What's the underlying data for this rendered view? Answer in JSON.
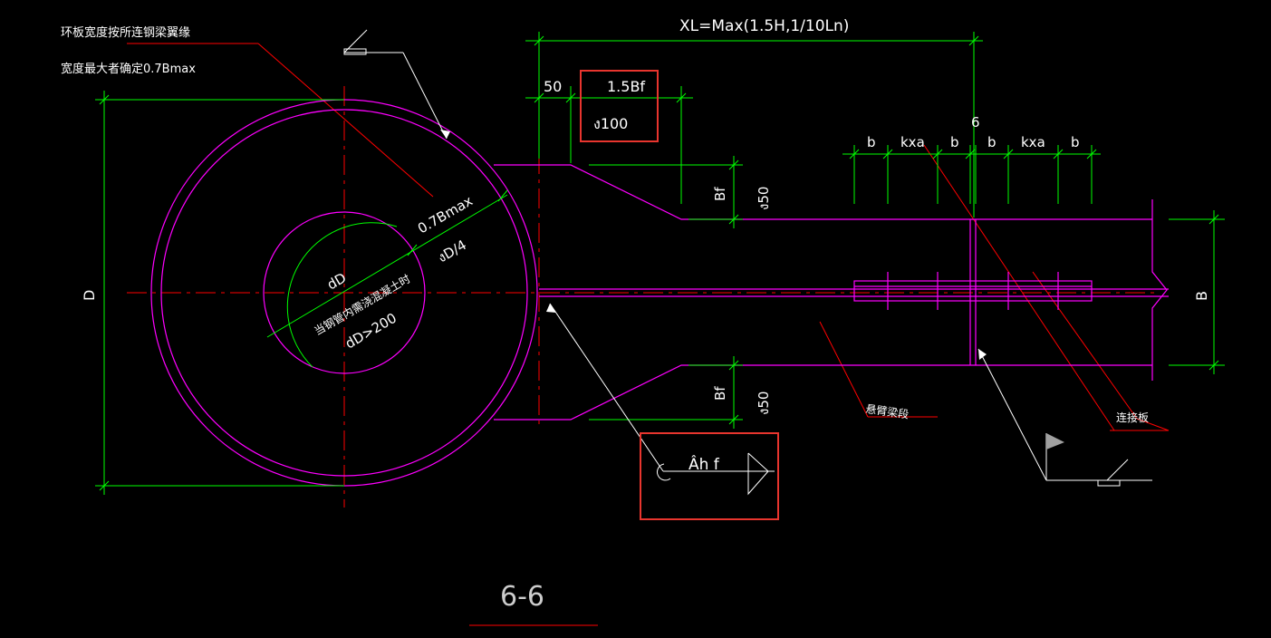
{
  "labels": {
    "xl_formula": "XL=Max(1.5H,1/10Ln)",
    "dim_50": "50",
    "dim_15bf": "1.5Bf",
    "dim_ge100": "ง100",
    "dim_6": "6",
    "dim_b": "b",
    "dim_kxa": "kxa",
    "bf": "Bf",
    "ge50": "ง50",
    "d_left": "D",
    "b_right": "B",
    "bmax": "0.7Bmax",
    "gedl4": "งD/4",
    "dd": "dD",
    "dd200": "dD>200",
    "weld": "Âh f",
    "section": "6-6"
  },
  "notes": {
    "ring_width_1": "环板宽度按所连钢梁翼缘",
    "ring_width_2": "宽度最大者确定0.7Bmax",
    "steel_tube_inner": "当钢管内需浇混凝土时",
    "cantilever": "悬臂梁段",
    "connect_plate": "连接板"
  },
  "colors": {
    "background": "#000000",
    "magenta": "#ff00ff",
    "green": "#00ff00",
    "red": "#ff0000",
    "white": "#ffffff",
    "highlight": "#e8352e"
  }
}
